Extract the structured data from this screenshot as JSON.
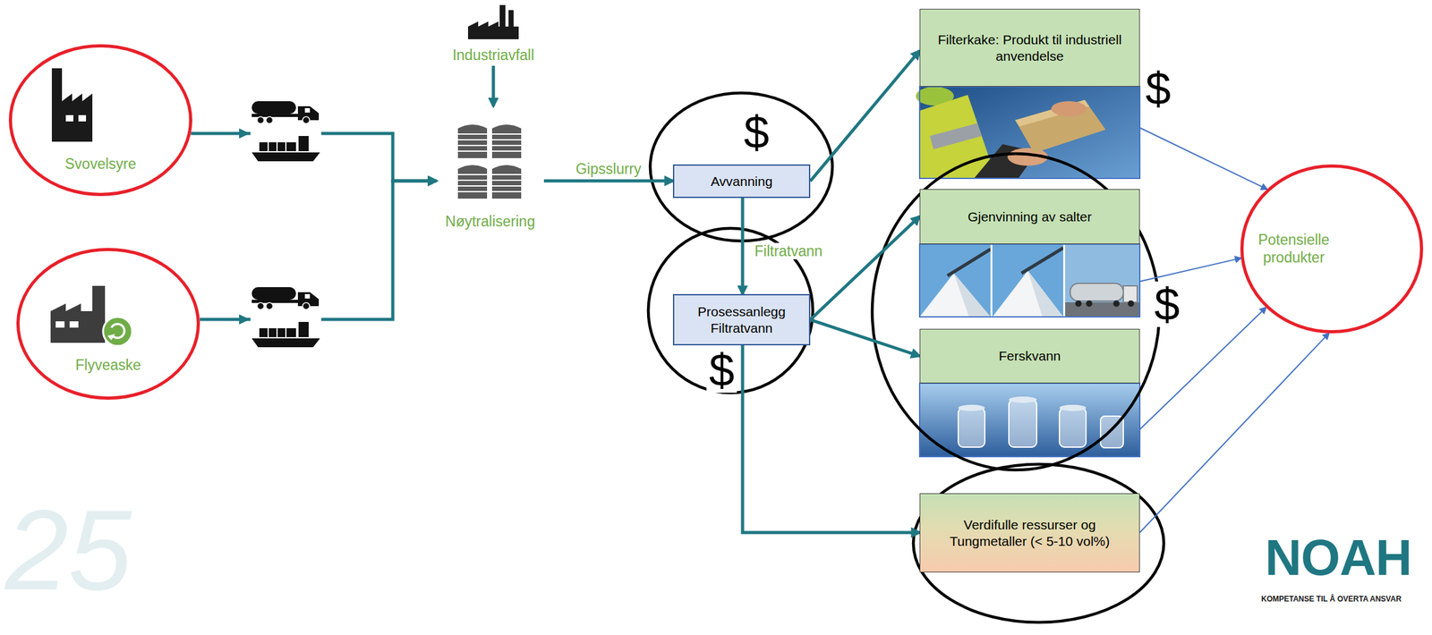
{
  "diagram": {
    "nodes": [
      {
        "text": [
          "Svovelsyre"
        ]
      },
      {
        "text": [
          "Flyveaske"
        ]
      },
      {
        "text": [
          "Industriavfall"
        ]
      },
      {
        "text": [
          "Nøytralisering"
        ]
      },
      {
        "text": [
          "Avvanning"
        ]
      },
      {
        "text": [
          "Prosessanlegg Filtratvann"
        ]
      },
      {
        "text": [
          "Filterkake: Produkt til industriell anvendelse"
        ]
      },
      {
        "text": [
          "Gjenvinning av salter"
        ]
      },
      {
        "text": [
          "Ferskvann"
        ]
      },
      {
        "text": [
          "Verdifulle ressurser og Tungmetaller (< 5-10 vol%)"
        ]
      },
      {
        "text": [
          "Potensielle produkter"
        ]
      }
    ],
    "edges": [
      {
        "from": 0,
        "to": 3,
        "arrow": "to"
      },
      {
        "from": 1,
        "to": 3,
        "arrow": "to"
      },
      {
        "from": 2,
        "to": 3,
        "arrow": "to"
      },
      {
        "from": 3,
        "to": 4,
        "label": "Gipsslurry",
        "arrow": "to"
      },
      {
        "from": 4,
        "to": 5,
        "label": "Filtratvann",
        "arrow": "to"
      },
      {
        "from": 4,
        "to": 6,
        "arrow": "to"
      },
      {
        "from": 5,
        "to": 7,
        "arrow": "to"
      },
      {
        "from": 5,
        "to": 8,
        "arrow": "to"
      },
      {
        "from": 5,
        "to": 9,
        "arrow": "to"
      },
      {
        "from": 6,
        "to": 10,
        "arrow": "to"
      },
      {
        "from": 7,
        "to": 10,
        "arrow": "to"
      },
      {
        "from": 8,
        "to": 10,
        "arrow": "to"
      },
      {
        "from": 9,
        "to": 10,
        "arrow": "to"
      }
    ],
    "labels": [
      "$",
      "$",
      "$",
      "$",
      "25",
      "NOAH",
      "KOMPETANSE TIL Å OVERTA ANSVAR"
    ]
  }
}
